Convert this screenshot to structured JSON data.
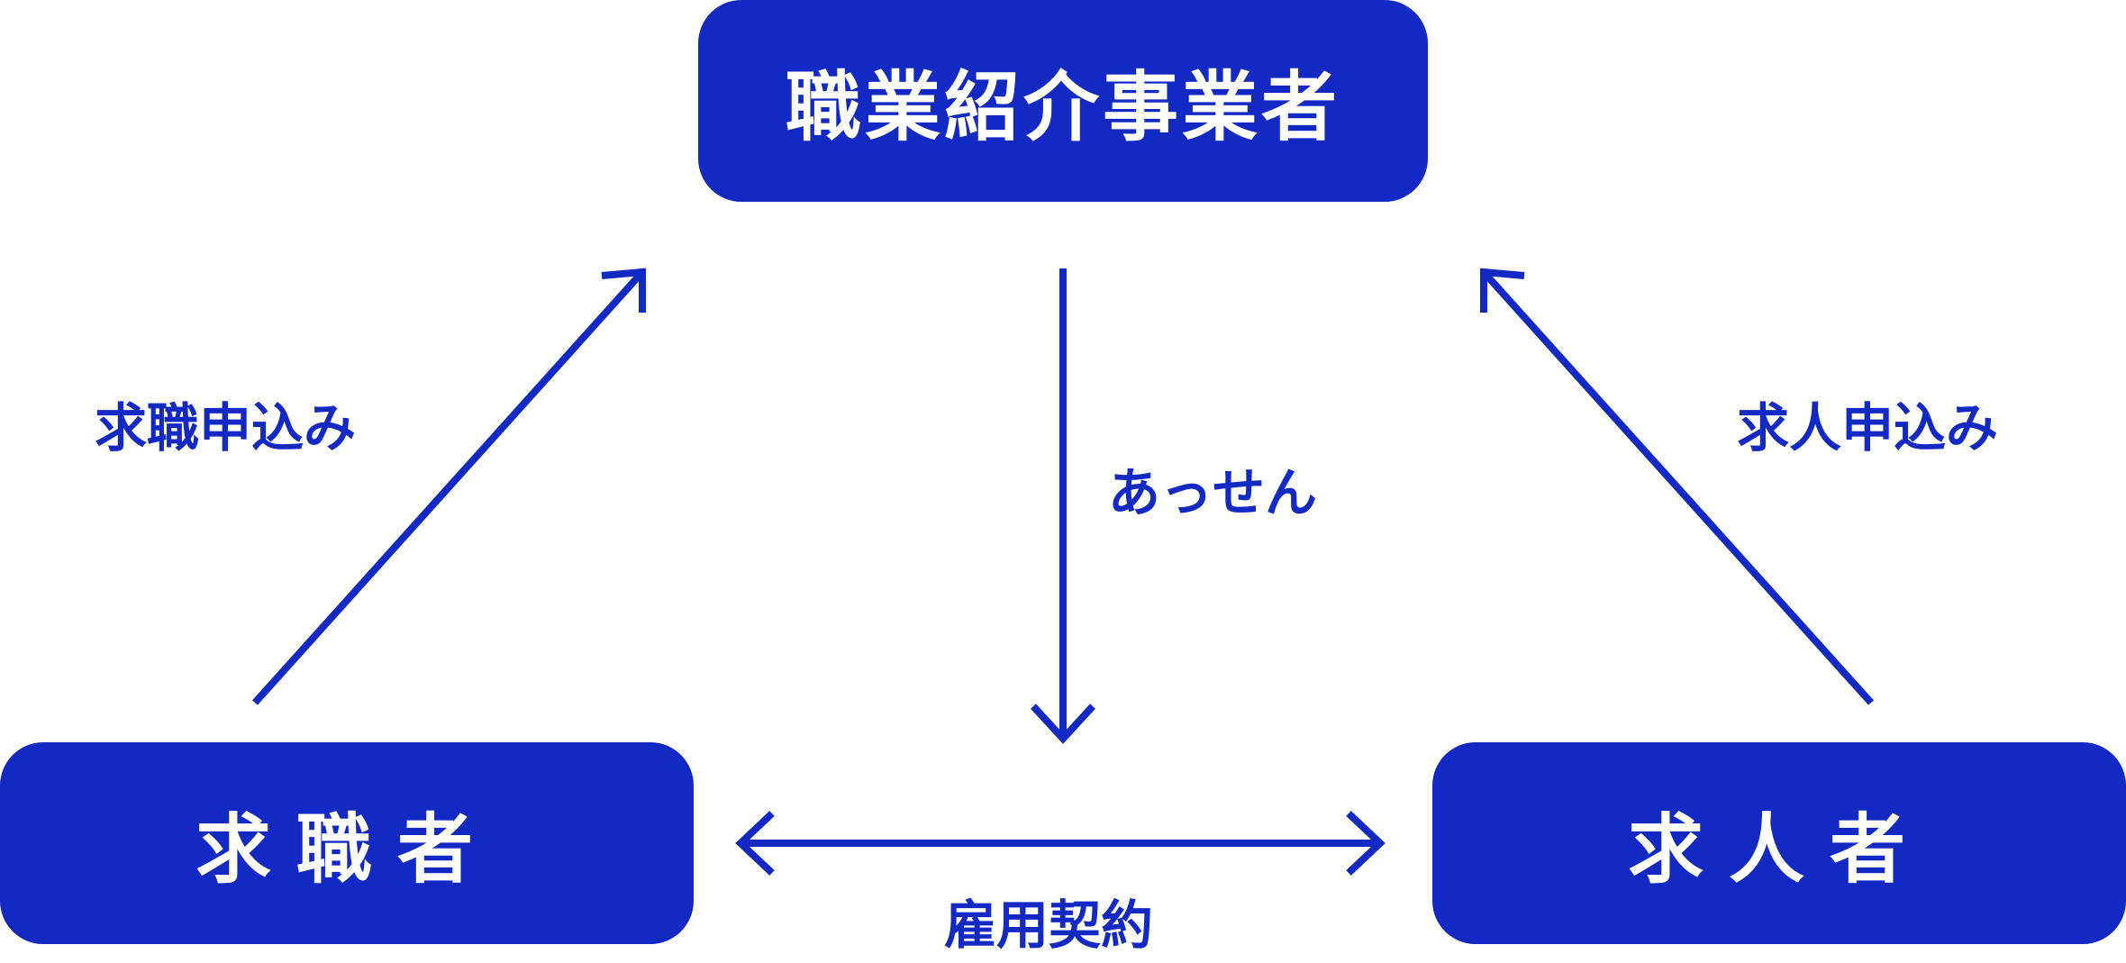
{
  "nodes": {
    "agency": "職業紹介事業者",
    "seeker": "求職者",
    "employer": "求人者"
  },
  "edges": {
    "seeker_to_agency": "求職申込み",
    "employer_to_agency": "求人申込み",
    "agency_to_bottom": "あっせん",
    "seeker_employer": "雇用契約"
  },
  "colors": {
    "primary": "#1229c4",
    "text_on_primary": "#ffffff"
  }
}
